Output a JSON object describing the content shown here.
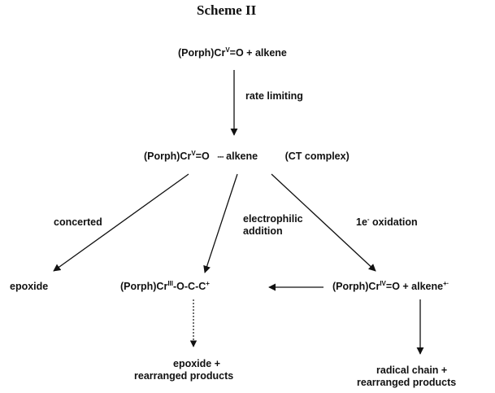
{
  "title": "Scheme II",
  "nodes": {
    "start": {
      "pre": "(Porph)Cr",
      "sup": "V",
      "post": "=O + alkene"
    },
    "ct": {
      "pre": "(Porph)Cr",
      "sup": "V",
      "post": "=O",
      "dots": "∙∙∙∙∙",
      "post2": " alkene",
      "tag": "(CT complex)"
    },
    "epoxide": {
      "text": "epoxide"
    },
    "cation": {
      "pre": "(Porph)Cr",
      "sup": "III",
      "post": "-O-C-C",
      "sup2": "+"
    },
    "radical": {
      "pre": "(Porph)Cr",
      "sup": "IV",
      "post": "=O + alkene",
      "sup2": "+·"
    },
    "prod1": {
      "line1": "epoxide +",
      "line2": "rearranged products"
    },
    "prod2": {
      "line1": "radical chain +",
      "line2": "rearranged products"
    }
  },
  "labels": {
    "rate": "rate limiting",
    "concerted": "concerted",
    "electro1": "electrophilic",
    "electro2": "addition",
    "ox_pre": "1e",
    "ox_sup": "-",
    "ox_post": " oxidation"
  }
}
